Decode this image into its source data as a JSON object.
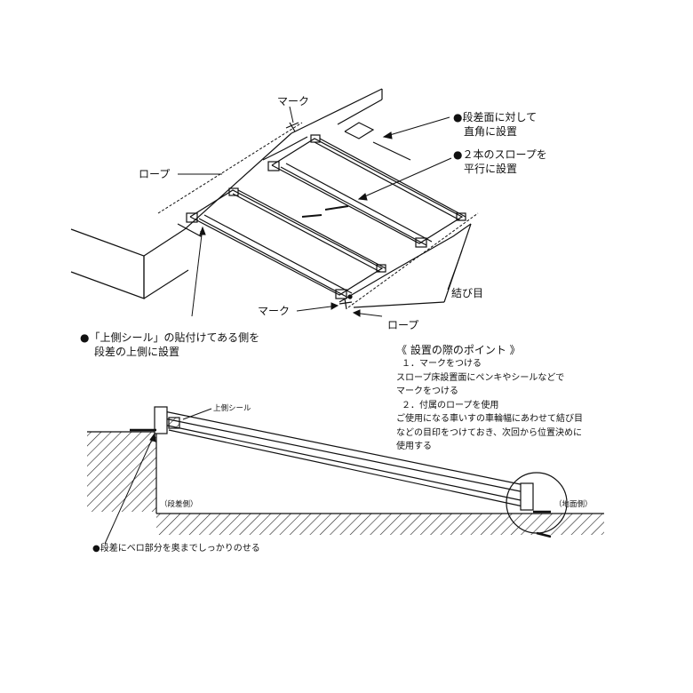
{
  "upper_diagram": {
    "label_mark_top": "マーク",
    "label_rope_left": "ロープ",
    "note_right_angle": [
      "●段差面に対して",
      "直角に設置"
    ],
    "note_parallel": [
      "●２本のスロープを",
      "平行に設置"
    ],
    "label_knot": "結び目",
    "label_mark_bottom": "マーク",
    "label_rope_bottom": "ロープ",
    "note_seal_side": [
      "●「上側シール」の貼付けてある側を",
      "段差の上側に設置"
    ]
  },
  "points": {
    "heading": "《 設置の際のポイント 》",
    "lines": [
      "１．マークをつける",
      "スロープ床設置面にペンキやシールなどで",
      "マークをつける",
      "２．付属のロープを使用",
      "ご使用になる車いすの車輪幅にあわせて結び目",
      "などの目印をつけておき、次回から位置決めに",
      "使用する"
    ]
  },
  "lower_diagram": {
    "label_top_seal": "上側シール",
    "label_step_side": "（段差側）",
    "label_ground_side": "（地面側）",
    "note_bottom": "●段差にベロ部分を奥までしっかりのせる"
  },
  "colors": {
    "line": "#111111",
    "background": "#ffffff"
  }
}
